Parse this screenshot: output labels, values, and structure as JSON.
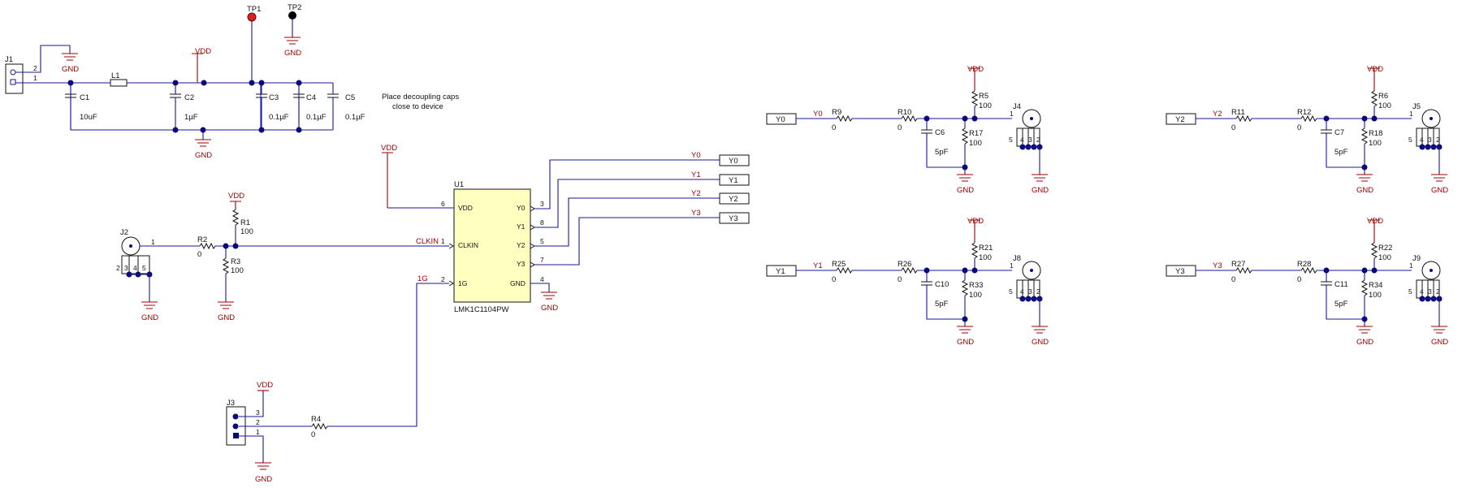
{
  "net_labels": {
    "vdd": "VDD",
    "gnd": "GND",
    "tp1": "TP1",
    "tp2": "TP2",
    "y0": "Y0",
    "y1": "Y1",
    "y2": "Y2",
    "y3": "Y3",
    "clkin": "CLKIN",
    "g1": "1G"
  },
  "note": {
    "line1": "Place decoupling caps",
    "line2": "close to device"
  },
  "power_section": {
    "j1": "J1",
    "l1": "L1",
    "caps": [
      {
        "ref": "C1",
        "value": "10uF"
      },
      {
        "ref": "C2",
        "value": "1µF"
      },
      {
        "ref": "C3",
        "value": "0.1µF"
      },
      {
        "ref": "C4",
        "value": "0.1µF"
      },
      {
        "ref": "C5",
        "value": "0.1µF"
      }
    ]
  },
  "u1": {
    "ref": "U1",
    "part": "LMK1C1104PW",
    "pins": {
      "vdd": {
        "name": "VDD",
        "num": "6"
      },
      "clkin": {
        "name": "CLKIN",
        "num": "1"
      },
      "g1": {
        "name": "1G",
        "num": "2"
      },
      "y0": {
        "name": "Y0",
        "num": "3"
      },
      "y1": {
        "name": "Y1",
        "num": "8"
      },
      "y2": {
        "name": "Y2",
        "num": "5"
      },
      "y3": {
        "name": "Y3",
        "num": "7"
      },
      "gnd": {
        "name": "GND",
        "num": "4"
      }
    }
  },
  "input_section": {
    "j2": "J2",
    "r1": {
      "ref": "R1",
      "value": "100"
    },
    "r2": {
      "ref": "R2",
      "value": "0"
    },
    "r3": {
      "ref": "R3",
      "value": "100"
    },
    "r4": {
      "ref": "R4",
      "value": "0"
    },
    "j3": "J3"
  },
  "outputs": [
    {
      "port": "Y0",
      "net": "Y0",
      "rs1": "R9",
      "rs1v": "0",
      "rs2": "R10",
      "rs2v": "0",
      "cap": "C6",
      "capv": "5pF",
      "rt": "R5",
      "rtv": "100",
      "rb": "R17",
      "rbv": "100",
      "conn": "J4"
    },
    {
      "port": "Y1",
      "net": "Y1",
      "rs1": "R25",
      "rs1v": "0",
      "rs2": "R26",
      "rs2v": "0",
      "cap": "C10",
      "capv": "5pF",
      "rt": "R21",
      "rtv": "100",
      "rb": "R33",
      "rbv": "100",
      "conn": "J8"
    },
    {
      "port": "Y2",
      "net": "Y2",
      "rs1": "R11",
      "rs1v": "0",
      "rs2": "R12",
      "rs2v": "0",
      "cap": "C7",
      "capv": "5pF",
      "rt": "R6",
      "rtv": "100",
      "rb": "R18",
      "rbv": "100",
      "conn": "J5"
    },
    {
      "port": "Y3",
      "net": "Y3",
      "rs1": "R27",
      "rs1v": "0",
      "rs2": "R28",
      "rs2v": "0",
      "cap": "C11",
      "capv": "5pF",
      "rt": "R22",
      "rtv": "100",
      "rb": "R34",
      "rbv": "100",
      "conn": "J9"
    }
  ],
  "colors": {
    "wire": "#1a1a9a",
    "net_label": "#a00000",
    "junction": "#0a0a7a",
    "ic_fill": "#ffffc0",
    "tp1_fill": "#e02020",
    "tp2_fill": "#000000"
  }
}
